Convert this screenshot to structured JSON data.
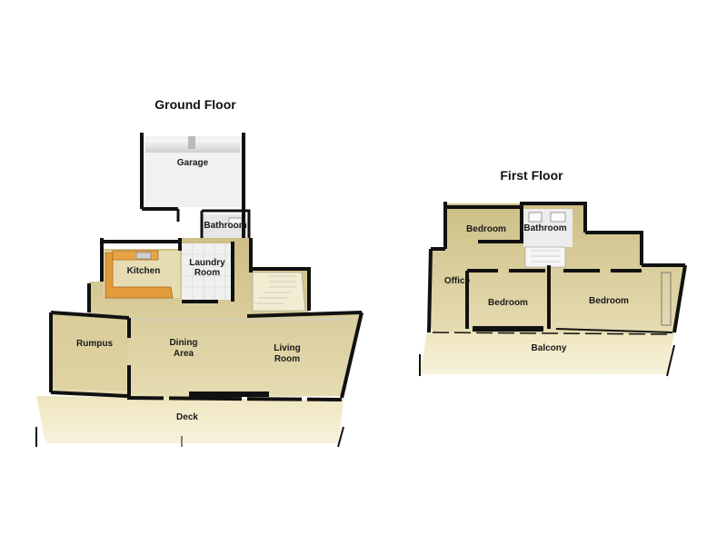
{
  "floors": [
    {
      "title": "Ground Floor",
      "rooms": {
        "garage": "Garage",
        "bathroom": "Bathroom",
        "kitchen": "Kitchen",
        "laundry_1": "Laundry",
        "laundry_2": "Room",
        "rumpus": "Rumpus",
        "dining_1": "Dining",
        "dining_2": "Area",
        "living_1": "Living",
        "living_2": "Room",
        "deck": "Deck"
      }
    },
    {
      "title": "First Floor",
      "rooms": {
        "bedroom_top": "Bedroom",
        "bathroom": "Bathroom",
        "office": "Office",
        "bedroom_mid": "Bedroom",
        "bedroom_right": "Bedroom",
        "balcony": "Balcony"
      }
    }
  ],
  "colors": {
    "floor": "#d8cc9a",
    "floor_light": "#ece4c2",
    "deck": "#f3edcd",
    "wall": "#111111",
    "wall_face": "#e9e9e9",
    "garage_floor": "#f4f4f4",
    "laundry_floor": "#f0f0f0",
    "counter": "#e39a3a"
  }
}
